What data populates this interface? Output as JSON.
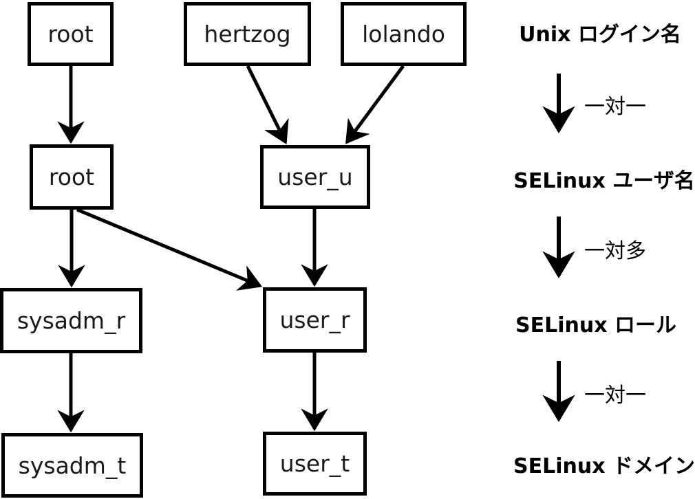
{
  "nodes": {
    "unix_root": "root",
    "unix_hertzog": "hertzog",
    "unix_lolando": "lolando",
    "seuser_root": "root",
    "seuser_user_u": "user_u",
    "role_sysadm_r": "sysadm_r",
    "role_user_r": "user_r",
    "domain_sysadm_t": "sysadm_t",
    "domain_user_t": "user_t"
  },
  "legend": {
    "level1": "Unix ログイン名",
    "rel1": "一対一",
    "level2": "SELinux ユーザ名",
    "rel2": "一対多",
    "level3": "SELinux ロール",
    "rel3": "一対一",
    "level4": "SELinux ドメイン"
  },
  "colors": {
    "line": "#000000",
    "node_border": "#000000",
    "node_fill": "#ffffff",
    "text": "#1a1a1a",
    "background": "#ffffff"
  }
}
